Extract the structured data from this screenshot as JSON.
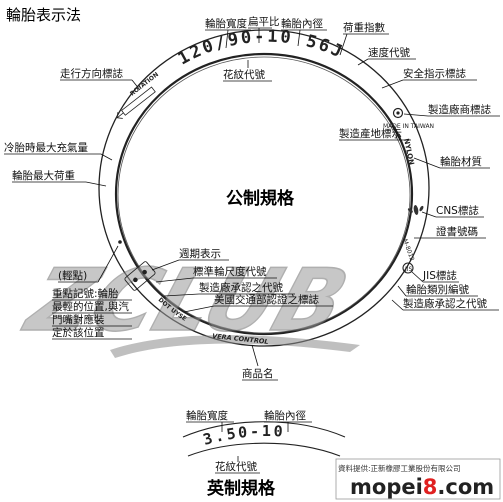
{
  "page_title": "輪胎表示法",
  "metric": {
    "heading": "公制規格",
    "code_text": "120/90-10 56J",
    "labels": {
      "width": "輪胎寬度",
      "aspect": "扁平比",
      "inner_diameter": "輪胎內徑",
      "load_index": "荷重指數",
      "speed_code": "速度代號",
      "safety_mark": "安全指示標誌",
      "direction": "走行方向標誌",
      "brand_mark": "製造廠商標誌",
      "origin_mark": "製造產地標示",
      "material": "輪胎材質",
      "max_pressure": "冷胎時最大充氣量",
      "max_load": "輪胎最大荷重",
      "cns_mark": "CNS標誌",
      "cert_number": "證書號碼",
      "week_mark": "週期表示",
      "rim_code": "標準輪尺度代號",
      "mfr_code": "製造廠承認之代號",
      "dot_mark": "美國交通部認證之標誌",
      "jis_mark": "JIS標誌",
      "category_code": "輪胎類別編號",
      "mfr_code_2": "製造廠承認之代號",
      "product_name": "商品名",
      "pattern_code": "花紋代號",
      "light_dot": "(輕點)",
      "heavy_dot_1": "重點記號:輪胎",
      "heavy_dot_2": "最輕的位置,與汽",
      "heavy_dot_3": "門嘴對應裝",
      "heavy_dot_4": "定於該位置"
    },
    "tire_markings": {
      "rotation": "ROTATION",
      "nylon": "NYLON",
      "dot": "DOT  UYSE",
      "product_band": "VERA CONTROL"
    }
  },
  "imperial": {
    "heading": "英制規格",
    "code_text": "3.50-10",
    "labels": {
      "width": "輪胎寬度",
      "inner_diameter": "輪胎內徑",
      "pattern_code": "花紋代號"
    }
  },
  "watermark": {
    "logo_text": "ZCLUB",
    "source_label": "資料提供:正新橡膠工業股份有限公司",
    "site": "mopei8.com",
    "site_prefix": "m",
    "site_mid": "opei",
    "site_eight": "8",
    "site_suffix": ".com"
  },
  "colors": {
    "text": "#111111",
    "watermark_gray": "#9a9a9a",
    "site_red": "#e02020",
    "tire_line": "#222222"
  }
}
